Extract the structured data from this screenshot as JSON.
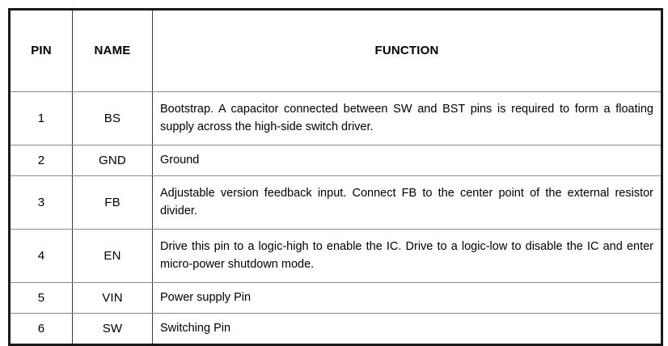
{
  "table": {
    "name": "pin-description-table",
    "columns": [
      {
        "key": "pin",
        "label": "PIN"
      },
      {
        "key": "name",
        "label": "NAME"
      },
      {
        "key": "func",
        "label": "FUNCTION"
      }
    ],
    "rows": [
      {
        "pin": "1",
        "name": "BS",
        "func": "Bootstrap. A capacitor connected between SW and BST pins is required to form a floating supply across the high-side switch driver.",
        "height": "tall"
      },
      {
        "pin": "2",
        "name": "GND",
        "func": "Ground",
        "height": "short"
      },
      {
        "pin": "3",
        "name": "FB",
        "func": "Adjustable version feedback input. Connect FB to the center point of the external resistor divider.",
        "height": "tall"
      },
      {
        "pin": "4",
        "name": "EN",
        "func": "Drive this pin to a logic-high to enable the IC. Drive to a logic-low to disable the IC and enter micro-power shutdown mode.",
        "height": "tall"
      },
      {
        "pin": "5",
        "name": "VIN",
        "func": "Power supply Pin",
        "height": "short"
      },
      {
        "pin": "6",
        "name": "SW",
        "func": "Switching Pin",
        "height": "short"
      }
    ]
  },
  "style": {
    "page_background": "#ffffff",
    "text_color": "#000000",
    "outer_border_color": "#1a1a1a",
    "row_divider_color": "#8a8a8a",
    "column_divider_color": "#3a3a3a"
  }
}
